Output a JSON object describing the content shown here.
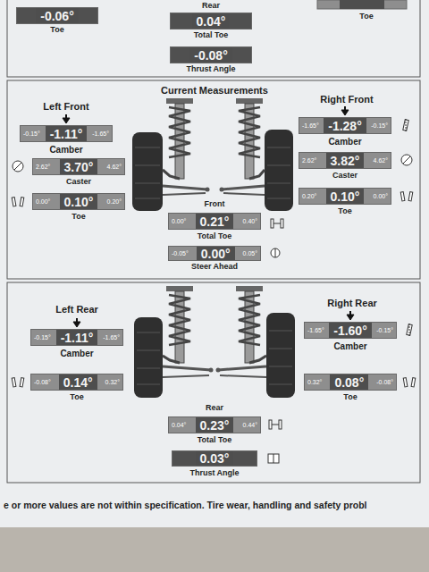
{
  "diagram": {
    "nodes": [
      {
        "text": [
          "-0.06°"
        ]
      },
      {
        "text": [
          "0.04°"
        ]
      },
      {
        "text": [
          "-0.08°"
        ]
      },
      {
        "text": [
          "-0.15°",
          "-1.11°",
          "-1.65°"
        ]
      },
      {
        "text": [
          "-1.65°",
          "-1.28°",
          "-0.15°"
        ]
      },
      {
        "text": [
          "2.62°",
          "3.70°",
          "4.62°"
        ]
      },
      {
        "text": [
          "2.62°",
          "3.82°",
          "4.62°"
        ]
      },
      {
        "text": [
          "0.00°",
          "0.10°",
          "0.20°"
        ]
      },
      {
        "text": [
          "0.20°",
          "0.10°",
          "0.00°"
        ]
      },
      {
        "text": [
          "0.00°",
          "0.21°",
          "0.40°"
        ]
      },
      {
        "text": [
          "-0.05°",
          "0.00°",
          "0.05°"
        ]
      },
      {
        "text": [
          "-0.15°",
          "-1.11°",
          "-1.65°"
        ]
      },
      {
        "text": [
          "-1.65°",
          "-1.60°",
          "-0.15°"
        ]
      },
      {
        "text": [
          "-0.08°",
          "0.14°",
          "0.32°"
        ]
      },
      {
        "text": [
          "0.32°",
          "0.08°",
          "-0.08°"
        ]
      },
      {
        "text": [
          "0.04°",
          "0.23°",
          "0.44°"
        ]
      },
      {
        "text": [
          "0.03°"
        ]
      }
    ],
    "labels": [
      "Toe",
      "Rear",
      "Total Toe",
      "Thrust Angle",
      "Toe",
      "Current Measurements",
      "Left Front",
      "Camber",
      "Caster",
      "Toe",
      "Right Front",
      "Camber",
      "Caster",
      "Toe",
      "Front",
      "Total Toe",
      "Steer Ahead",
      "Left Rear",
      "Camber",
      "Toe",
      "Right Rear",
      "Camber",
      "Toe",
      "Rear",
      "Total Toe",
      "Thrust Angle",
      "e or more values are not within specification. Tire wear, handling and safety probl"
    ]
  }
}
